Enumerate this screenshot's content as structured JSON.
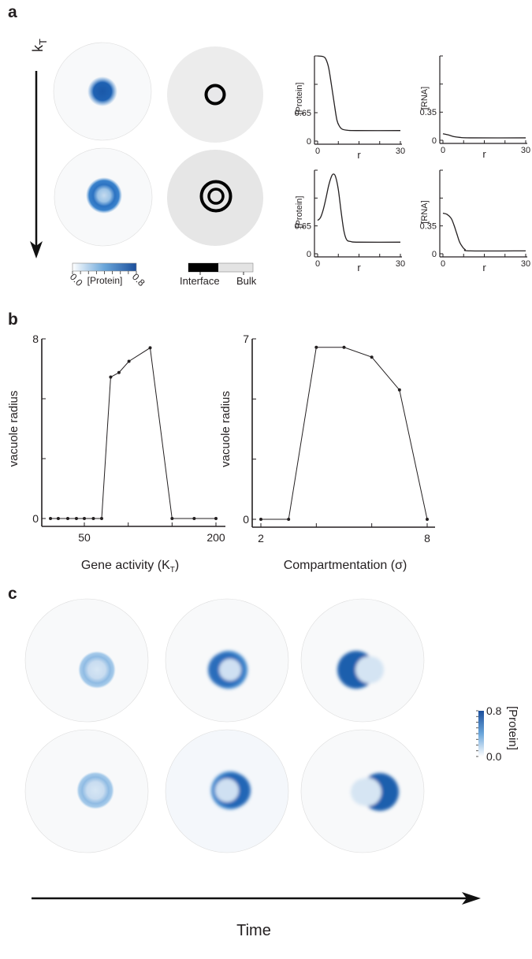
{
  "panels": {
    "a": "a",
    "b": "b",
    "c": "c"
  },
  "panel_a": {
    "arrow_label": "k",
    "arrow_label_sub": "T",
    "protein_colorbar": {
      "min_label": "0.0",
      "max_label": "0.8",
      "label": "[Protein]",
      "colors": [
        "#ffffff",
        "#6aa6da",
        "#1c4f9c"
      ]
    },
    "phase_colorbar": {
      "labels": [
        "Interface",
        "Bulk"
      ],
      "colors": [
        "#000000",
        "#e3e3e3"
      ]
    }
  },
  "panel_c": {
    "colorbar": {
      "max_label": "0.8",
      "min_label": "0.0",
      "label": "[Protein]"
    },
    "time_label": "Time"
  },
  "colors": {
    "dark_blue": "#1f5fad",
    "light_blue": "#cfe0f2",
    "domain_bg": "#f8f9fa",
    "phase_bulk": "#ececec",
    "line": "#231f20"
  },
  "chart_data": [
    {
      "type": "line",
      "ylabel": "[Protein]",
      "xlabel": "r",
      "xlim": [
        0,
        30
      ],
      "ylim": [
        0,
        0.65
      ],
      "xticks": [
        0,
        7.5,
        15,
        22.5,
        30
      ],
      "xticklabels": [
        "0",
        "30"
      ],
      "yticks": [
        0,
        0.2167,
        0.4333,
        0.65
      ],
      "yticklabels": [
        "0",
        "0.65"
      ],
      "points": [
        [
          0,
          0.65
        ],
        [
          2,
          0.645
        ],
        [
          3,
          0.625
        ],
        [
          4,
          0.56
        ],
        [
          5,
          0.43
        ],
        [
          6,
          0.29
        ],
        [
          7,
          0.16
        ],
        [
          8,
          0.11
        ],
        [
          9,
          0.09
        ],
        [
          11,
          0.082
        ],
        [
          14,
          0.08
        ],
        [
          30,
          0.08
        ]
      ]
    },
    {
      "type": "line",
      "ylabel": "[RNA]",
      "xlabel": "r",
      "xlim": [
        0,
        30
      ],
      "ylim": [
        0,
        0.35
      ],
      "xticks": [
        0,
        7.5,
        15,
        22.5,
        30
      ],
      "xticklabels": [
        "0",
        "30"
      ],
      "yticks": [
        0,
        0.1167,
        0.2333,
        0.35
      ],
      "yticklabels": [
        "0",
        "0.35"
      ],
      "points": [
        [
          0,
          0.027
        ],
        [
          2,
          0.022
        ],
        [
          4,
          0.015
        ],
        [
          6,
          0.012
        ],
        [
          10,
          0.01
        ],
        [
          30,
          0.01
        ]
      ]
    },
    {
      "type": "line",
      "ylabel": "[Protein]",
      "xlabel": "r",
      "xlim": [
        0,
        30
      ],
      "ylim": [
        0,
        0.65
      ],
      "xticks": [
        0,
        7.5,
        15,
        22.5,
        30
      ],
      "xticklabels": [
        "0",
        "30"
      ],
      "yticks": [
        0,
        0.2167,
        0.4333,
        0.65
      ],
      "yticklabels": [
        "0",
        "0.65"
      ],
      "points": [
        [
          0,
          0.26
        ],
        [
          1,
          0.28
        ],
        [
          2,
          0.34
        ],
        [
          3,
          0.43
        ],
        [
          4,
          0.53
        ],
        [
          5,
          0.6
        ],
        [
          5.7,
          0.62
        ],
        [
          6.5,
          0.6
        ],
        [
          7.5,
          0.5
        ],
        [
          8.5,
          0.33
        ],
        [
          9.5,
          0.18
        ],
        [
          10.5,
          0.11
        ],
        [
          12,
          0.095
        ],
        [
          15,
          0.09
        ],
        [
          30,
          0.09
        ]
      ]
    },
    {
      "type": "line",
      "ylabel": "[RNA]",
      "xlabel": "r",
      "xlim": [
        0,
        30
      ],
      "ylim": [
        0,
        0.35
      ],
      "xticks": [
        0,
        7.5,
        15,
        22.5,
        30
      ],
      "xticklabels": [
        "0",
        "30"
      ],
      "yticks": [
        0,
        0.1167,
        0.2333,
        0.35
      ],
      "yticklabels": [
        "0",
        "0.35"
      ],
      "points": [
        [
          0,
          0.17
        ],
        [
          1.5,
          0.165
        ],
        [
          3,
          0.148
        ],
        [
          4,
          0.12
        ],
        [
          5,
          0.085
        ],
        [
          6,
          0.05
        ],
        [
          7,
          0.03
        ],
        [
          8,
          0.018
        ],
        [
          10,
          0.012
        ],
        [
          30,
          0.012
        ]
      ]
    },
    {
      "type": "line",
      "ylabel": "vacuole radius",
      "xlabel": "Gene activity (K",
      "xlabel_sub": "T",
      "xlabel_end": ")",
      "xscale": "log",
      "xlim": [
        50,
        200
      ],
      "ylim": [
        0,
        8
      ],
      "xticks": [
        50,
        79.4,
        126,
        200
      ],
      "xticklabels": [
        "50",
        "",
        "",
        "200"
      ],
      "yticks": [
        0,
        2.667,
        5.333,
        8
      ],
      "yticklabels": [
        "0",
        "",
        "",
        "8"
      ],
      "markers": true,
      "points": [
        [
          35,
          0
        ],
        [
          38,
          0
        ],
        [
          42,
          0
        ],
        [
          46,
          0
        ],
        [
          50,
          0
        ],
        [
          55,
          0
        ],
        [
          60,
          0
        ],
        [
          66,
          6.3
        ],
        [
          72,
          6.5
        ],
        [
          80,
          7.0
        ],
        [
          100,
          7.6
        ],
        [
          126,
          0
        ],
        [
          159,
          0
        ],
        [
          200,
          0
        ]
      ]
    },
    {
      "type": "line",
      "ylabel": "vacuole radius",
      "xlabel": "Compartmentation (σ)",
      "xlim": [
        2,
        8
      ],
      "ylim": [
        0,
        7
      ],
      "xticks": [
        2,
        4,
        6,
        8
      ],
      "xticklabels": [
        "2",
        "",
        "",
        "8"
      ],
      "yticks": [
        0,
        2.333,
        4.667,
        7
      ],
      "yticklabels": [
        "0",
        "",
        "",
        "7"
      ],
      "markers": true,
      "points": [
        [
          2,
          0
        ],
        [
          3,
          0
        ],
        [
          4,
          6.67
        ],
        [
          5,
          6.67
        ],
        [
          6,
          6.29
        ],
        [
          7,
          5.02
        ],
        [
          8,
          0
        ]
      ]
    }
  ]
}
